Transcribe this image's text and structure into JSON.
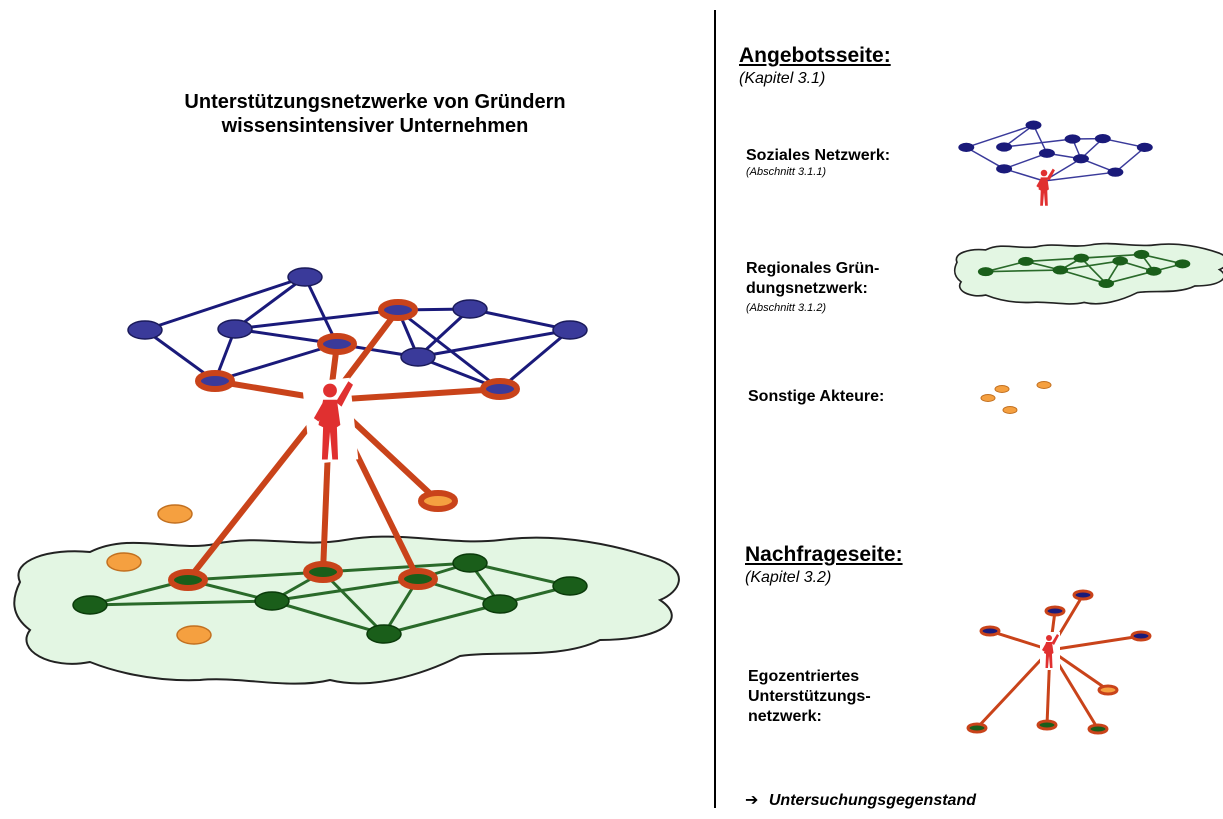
{
  "title": {
    "line1": "Unterstützungsnetzwerke von Gründern",
    "line2": "wissensintensiver Unternehmen"
  },
  "supply": {
    "heading": "Angebotsseite:",
    "chapter": "(Kapitel 3.1)",
    "social": {
      "label": "Soziales Netzwerk:",
      "section": "(Abschnitt 3.1.1)"
    },
    "regional": {
      "label_line1": "Regionales Grün-",
      "label_line2": "dungsnetzwerk:",
      "section": "(Abschnitt 3.1.2)"
    },
    "other": {
      "label": "Sonstige Akteure:"
    }
  },
  "demand": {
    "heading": "Nachfrageseite:",
    "chapter": "(Kapitel 3.2)",
    "ego": {
      "label_line1": "Egozentriertes",
      "label_line2": "Unterstützungs-",
      "label_line3": "netzwerk:"
    }
  },
  "conclusion": {
    "arrow": "➔",
    "text": "Untersuchungsgegenstand"
  },
  "colors": {
    "social_node": "#3a3a9a",
    "social_edge": "#1a1a7a",
    "regional_node": "#1a5e1a",
    "regional_edge": "#2a6a2a",
    "cloud_fill": "#e3f6e3",
    "ego_tie": "#c9431a",
    "other_actor": "#f5a040",
    "person": "#e03030"
  }
}
